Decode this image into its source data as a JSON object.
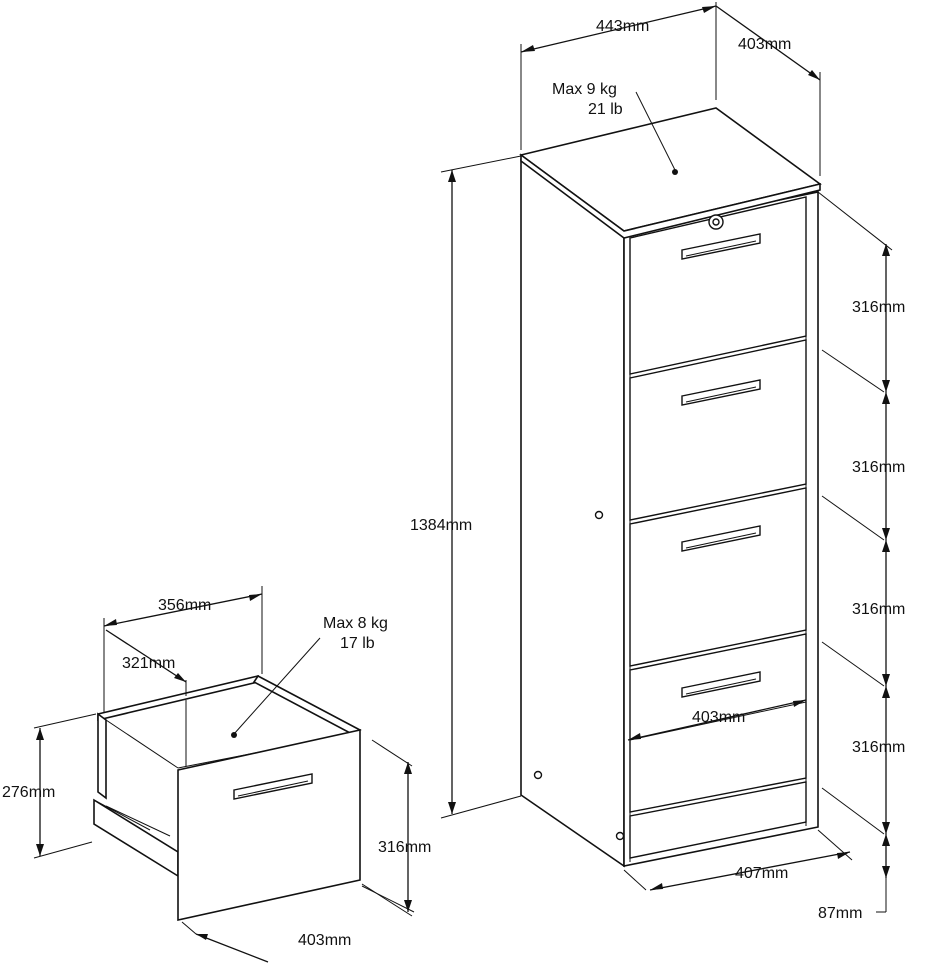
{
  "cabinet": {
    "width": "443mm",
    "depth": "403mm",
    "height": "1384mm",
    "top_load": {
      "kg": "Max 9 kg",
      "lb": "21 lb"
    },
    "drawer_heights": [
      "316mm",
      "316mm",
      "316mm",
      "316mm"
    ],
    "drawer_width": "403mm",
    "base_width": "407mm",
    "plinth_height": "87mm"
  },
  "drawer": {
    "outer_width": "356mm",
    "inner_width": "321mm",
    "height": "276mm",
    "front_height": "316mm",
    "depth": "403mm",
    "load": {
      "kg": "Max 8 kg",
      "lb": "17 lb"
    }
  }
}
